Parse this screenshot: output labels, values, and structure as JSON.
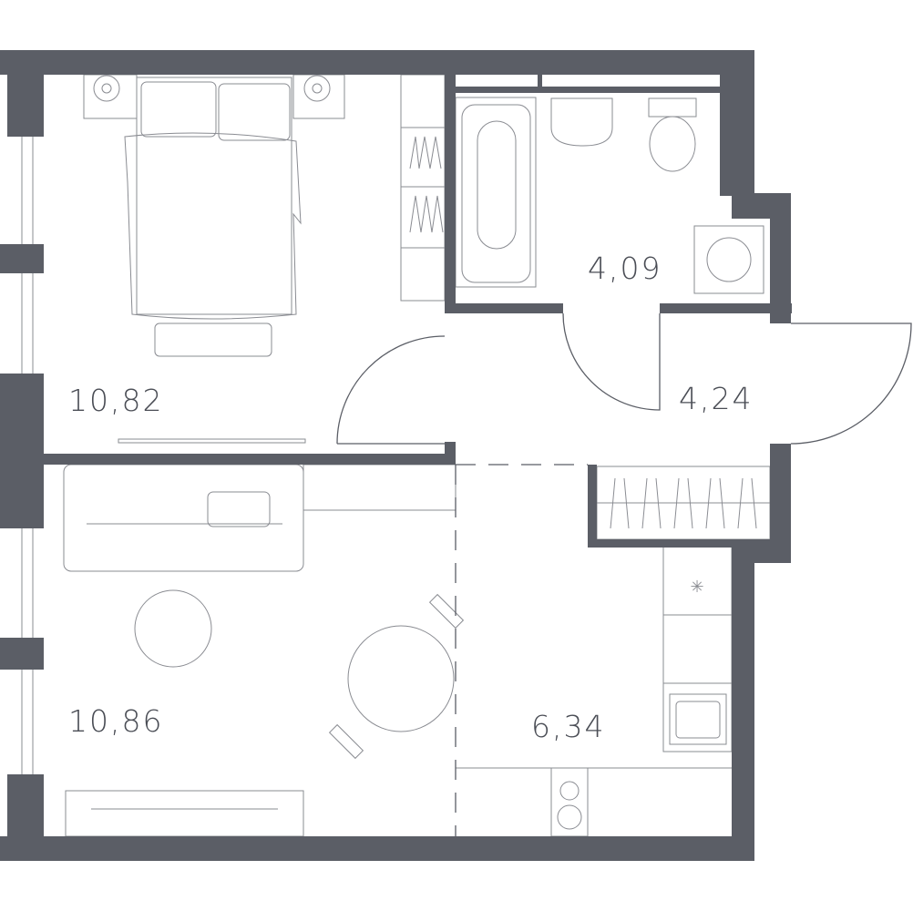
{
  "plan": {
    "wall_color": "#5b5e66",
    "rooms": [
      {
        "id": "bedroom",
        "area": "10,82"
      },
      {
        "id": "bathroom",
        "area": "4,09"
      },
      {
        "id": "hallway",
        "area": "4,24"
      },
      {
        "id": "living-room",
        "area": "10,86"
      },
      {
        "id": "kitchen",
        "area": "6,34"
      }
    ]
  }
}
